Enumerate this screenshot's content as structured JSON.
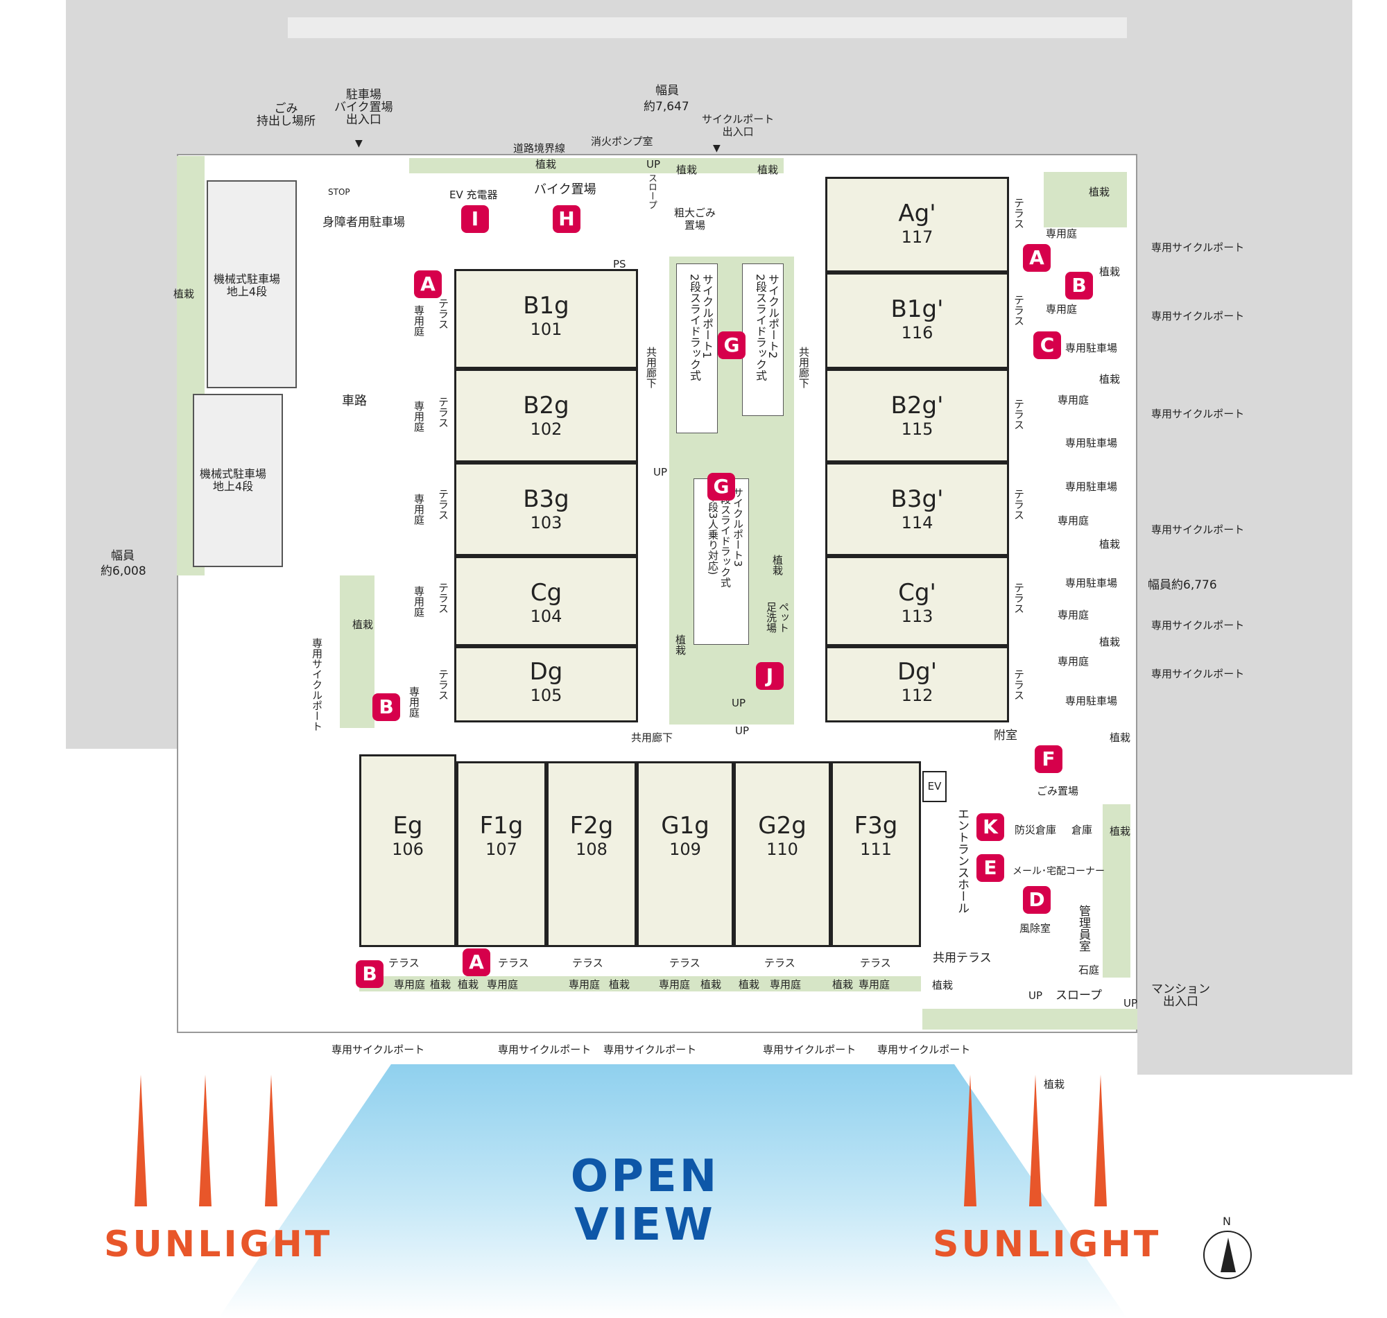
{
  "road_labels": {
    "north_width_title": "幅員",
    "north_width_value": "約7,647",
    "west_width_title": "幅員",
    "west_width_value": "約6,008",
    "east_width": "幅員約6,776",
    "road_boundary": "道路境界線",
    "stop": "STOP"
  },
  "entrances": {
    "garbage_out": "ごみ\n持出し場所",
    "parking_entrance": "駐車場\nバイク置場\n出入口",
    "cycle_entrance": "サイクルポート\n出入口",
    "mansion_entrance": "マンション\n出入口"
  },
  "units": [
    {
      "name": "Ag'",
      "no": "117"
    },
    {
      "name": "B1g",
      "no": "101"
    },
    {
      "name": "B2g",
      "no": "102"
    },
    {
      "name": "B3g",
      "no": "103"
    },
    {
      "name": "Cg",
      "no": "104"
    },
    {
      "name": "Dg",
      "no": "105"
    },
    {
      "name": "B1g'",
      "no": "116"
    },
    {
      "name": "B2g'",
      "no": "115"
    },
    {
      "name": "B3g'",
      "no": "114"
    },
    {
      "name": "Cg'",
      "no": "113"
    },
    {
      "name": "Dg'",
      "no": "112"
    },
    {
      "name": "Eg",
      "no": "106"
    },
    {
      "name": "F1g",
      "no": "107"
    },
    {
      "name": "F2g",
      "no": "108"
    },
    {
      "name": "G1g",
      "no": "109"
    },
    {
      "name": "G2g",
      "no": "110"
    },
    {
      "name": "F3g",
      "no": "111"
    }
  ],
  "facilities": {
    "fire_pump": "消火ポンプ室",
    "ev_charger": "EV 充電器",
    "bike_parking": "バイク置場",
    "handicap_parking": "身障者用駐車場",
    "bulky_trash": "粗大ごみ\n置場",
    "mech_parking_1": "機械式駐車場\n地上4段",
    "mech_parking_2": "機械式駐車場\n地上4段",
    "driveway": "車路",
    "cycle_port_1": "サイクルポート1\n2段スライドラック式",
    "cycle_port_2": "サイクルポート2\n2段スライドラック式",
    "cycle_port_3": "サイクルポート3\n2段スライドラック式\n(下段3人乗り対応)",
    "pet_wash": "ペット\n足洗場",
    "common_corridor": "共用廊下",
    "annex": "附室",
    "garbage": "ごみ置場",
    "disaster_storage": "防災倉庫",
    "storage": "倉庫",
    "mail_corner": "メール･宅配コーナー",
    "entrance_hall": "エントランスホール",
    "manager_room": "管理員室",
    "windbreak": "風除室",
    "stone_garden": "石庭",
    "common_terrace": "共用テラス",
    "slope": "スロープ",
    "ev": "EV",
    "ps": "PS",
    "up": "UP"
  },
  "common_labels": {
    "planting": "植栽",
    "terrace": "テラス",
    "private_garden": "専用庭",
    "private_cycle": "専用サイクルポート",
    "private_parking": "専用駐車場"
  },
  "markers": [
    "A",
    "B",
    "C",
    "D",
    "E",
    "F",
    "G",
    "H",
    "I",
    "J",
    "K"
  ],
  "view": {
    "open_view": "OPEN VIEW",
    "sunlight_left": "SUNLIGHT",
    "sunlight_right": "SUNLIGHT",
    "north": "N"
  },
  "colors": {
    "marker": "#d6004b",
    "planting": "#d6e5c6",
    "unit": "#f1f1e2",
    "road": "#d9d9d9",
    "open_view": "#0e57a8",
    "sunlight": "#e8562a",
    "sky": "#8fd0ee"
  }
}
